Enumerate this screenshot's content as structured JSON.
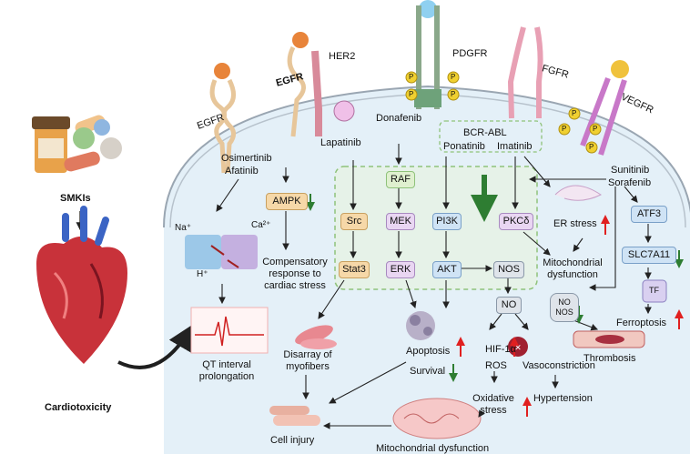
{
  "left_panel": {
    "smki_label": "SMKIs",
    "cardiotoxicity_label": "Cardiotoxicity"
  },
  "receptors": {
    "egfr_left": "EGFR",
    "egfr_bold": "EGFR",
    "her2": "HER2",
    "pdgfr": "PDGFR",
    "fgfr": "FGFR",
    "vegfr": "VEGFR",
    "phospho": "P"
  },
  "drugs": {
    "osimertinib": "Osimertinib",
    "afatinib": "Afatinib",
    "lapatinib": "Lapatinib",
    "donafenib": "Donafenib",
    "bcr_abl": "BCR-ABL",
    "ponatinib": "Ponatinib",
    "imatinib": "Imatinib",
    "sunitinib": "Sunitinib",
    "sorafenib": "Sorafenib"
  },
  "nodes": {
    "ampk": "AMPK",
    "raf": "RAF",
    "src": "Src",
    "mek": "MEK",
    "pi3k": "PI3K",
    "pkcd": "PKCδ",
    "stat3": "Stat3",
    "erk": "ERK",
    "akt": "AKT",
    "nos": "NOS",
    "no": "NO",
    "no_nos_1": "NO",
    "no_nos_2": "NOS",
    "atf3": "ATF3",
    "slc7a11": "SLC7A11",
    "tf": "TF"
  },
  "ions": {
    "na": "Na⁺",
    "ca": "Ca²⁺",
    "h": "H⁺"
  },
  "outcomes": {
    "compensatory_1": "Compensatory",
    "compensatory_2": "response to",
    "compensatory_3": "cardiac stress",
    "er_stress": "ER stress",
    "mito_dys_1": "Mitochondrial",
    "mito_dys_2": "dysfunction",
    "qt_1": "QT interval",
    "qt_2": "prolongation",
    "disarray_1": "Disarray of",
    "disarray_2": "myofibers",
    "apoptosis": "Apoptosis",
    "survival": "Survival",
    "hif": "HIF-1α",
    "ros": "ROS",
    "vasoconstriction": "Vasoconstriction",
    "thrombosis": "Thrombosis",
    "ferroptosis": "Ferroptosis",
    "hypertension": "Hypertension",
    "oxidative_1": "Oxidative",
    "oxidative_2": "stress",
    "cell_injury": "Cell injury",
    "mito_bottom": "Mitochondrial dysfunction"
  },
  "colors": {
    "cell_fill": "#e4f0f8",
    "membrane": "#9aa6b2",
    "dashed_box": "#8fc27a",
    "box_fill": "#cfe3f5",
    "box_green": "#dff0cf",
    "box_orange": "#f6d8a8",
    "box_purple": "#e9d6f2",
    "box_grey": "#dfe4ea",
    "up_arrow": "#e02020",
    "down_arrow": "#2e7d32",
    "thick_arrow": "#2e7d32"
  }
}
